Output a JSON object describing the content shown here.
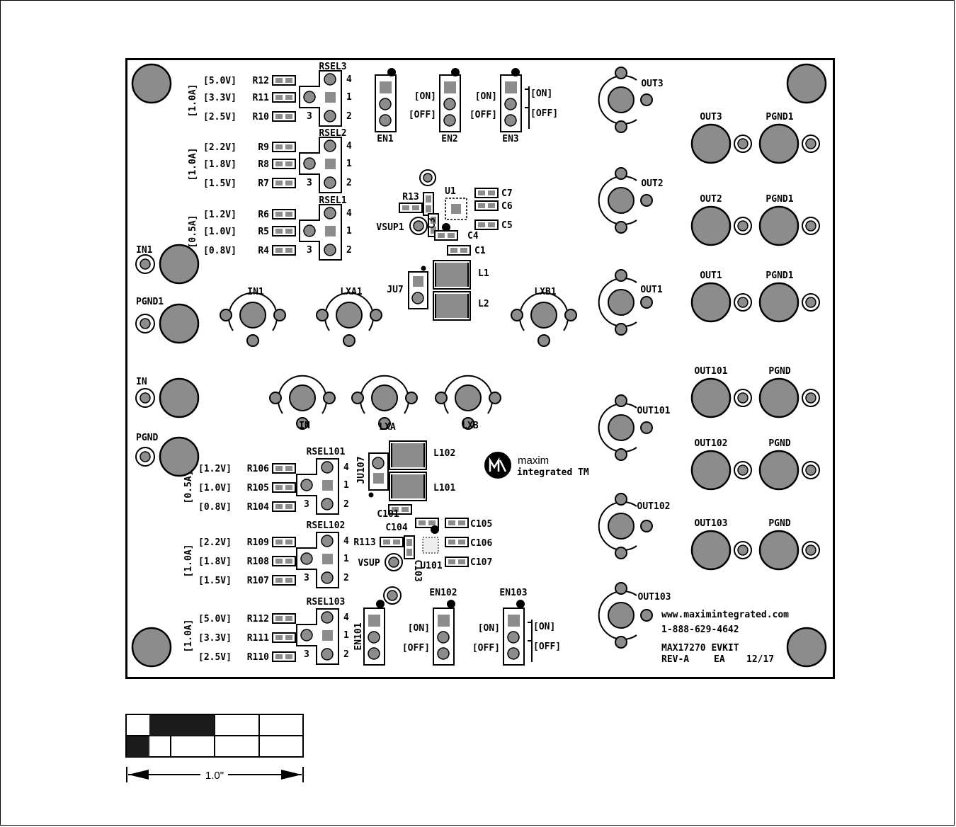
{
  "resistor_groups": [
    {
      "sel": "RSEL3",
      "current": "[1.0A]",
      "rows": [
        {
          "v": "[5.0V]",
          "r": "R12"
        },
        {
          "v": "[3.3V]",
          "r": "R11"
        },
        {
          "v": "[2.5V]",
          "r": "R10"
        }
      ],
      "pins": [
        "4",
        "1",
        "3",
        "2"
      ]
    },
    {
      "sel": "RSEL2",
      "current": "[1.0A]",
      "rows": [
        {
          "v": "[2.2V]",
          "r": "R9"
        },
        {
          "v": "[1.8V]",
          "r": "R8"
        },
        {
          "v": "[1.5V]",
          "r": "R7"
        }
      ],
      "pins": [
        "4",
        "1",
        "3",
        "2"
      ]
    },
    {
      "sel": "RSEL1",
      "current": "[0.5A]",
      "rows": [
        {
          "v": "[1.2V]",
          "r": "R6"
        },
        {
          "v": "[1.0V]",
          "r": "R5"
        },
        {
          "v": "[0.8V]",
          "r": "R4"
        }
      ],
      "pins": [
        "4",
        "1",
        "3",
        "2"
      ]
    },
    {
      "sel": "RSEL101",
      "current": "[0.5A]",
      "rows": [
        {
          "v": "[1.2V]",
          "r": "R106"
        },
        {
          "v": "[1.0V]",
          "r": "R105"
        },
        {
          "v": "[0.8V]",
          "r": "R104"
        }
      ],
      "pins": [
        "4",
        "1",
        "3",
        "2"
      ]
    },
    {
      "sel": "RSEL102",
      "current": "[1.0A]",
      "rows": [
        {
          "v": "[2.2V]",
          "r": "R109"
        },
        {
          "v": "[1.8V]",
          "r": "R108"
        },
        {
          "v": "[1.5V]",
          "r": "R107"
        }
      ],
      "pins": [
        "4",
        "1",
        "3",
        "2"
      ]
    },
    {
      "sel": "RSEL103",
      "current": "[1.0A]",
      "rows": [
        {
          "v": "[5.0V]",
          "r": "R112"
        },
        {
          "v": "[3.3V]",
          "r": "R111"
        },
        {
          "v": "[2.5V]",
          "r": "R110"
        }
      ],
      "pins": [
        "4",
        "1",
        "3",
        "2"
      ]
    }
  ],
  "enable_jumpers": [
    {
      "name": "EN1"
    },
    {
      "name": "EN2",
      "on": "[ON]",
      "off": "[OFF]"
    },
    {
      "name": "EN3",
      "on": "[ON]",
      "off": "[OFF]",
      "on2": "[ON]",
      "off2": "[OFF]"
    },
    {
      "name": "EN101"
    },
    {
      "name": "EN102",
      "on": "[ON]",
      "off": "[OFF]"
    },
    {
      "name": "EN103",
      "on": "[ON]",
      "off": "[OFF]",
      "on2": "[ON]",
      "off2": "[OFF]"
    }
  ],
  "test_points": [
    "IN1",
    "LXA1",
    "LXB1",
    "IN",
    "LXA",
    "LXB",
    "OUT3",
    "OUT2",
    "OUT1",
    "OUT101",
    "OUT102",
    "OUT103"
  ],
  "pads_left": [
    "IN1",
    "PGND1",
    "IN",
    "PGND"
  ],
  "pads_right": [
    {
      "a": "OUT3",
      "b": "PGND1"
    },
    {
      "a": "OUT2",
      "b": "PGND1"
    },
    {
      "a": "OUT1",
      "b": "PGND1"
    },
    {
      "a": "OUT101",
      "b": "PGND"
    },
    {
      "a": "OUT102",
      "b": "PGND"
    },
    {
      "a": "OUT103",
      "b": "PGND"
    }
  ],
  "components_top": {
    "r13": "R13",
    "u1": "U1",
    "vsup": "VSUP1",
    "c3": "C3",
    "c4": "C4",
    "c1": "C1",
    "c5": "C5",
    "c6": "C6",
    "c7": "C7",
    "jumper": "JU7",
    "l1": "L1",
    "l2": "L2"
  },
  "components_bottom": {
    "jumper": "JU107",
    "l102": "L102",
    "l101": "L101",
    "c101": "C101",
    "c104": "C104",
    "c105": "C105",
    "c106": "C106",
    "c107": "C107",
    "r113": "R113",
    "vsup": "VSUP",
    "c103": "C103",
    "u101": "U101"
  },
  "logo": {
    "line1": "maxim",
    "line2": "integrated",
    "tm": "TM"
  },
  "info": {
    "url": "www.maximintegrated.com",
    "phone": "1-888-629-4642",
    "model": "MAX17270 EVKIT",
    "rev": "REV-A",
    "code": "EA",
    "date": "12/17"
  },
  "scale_label": "1.0\""
}
